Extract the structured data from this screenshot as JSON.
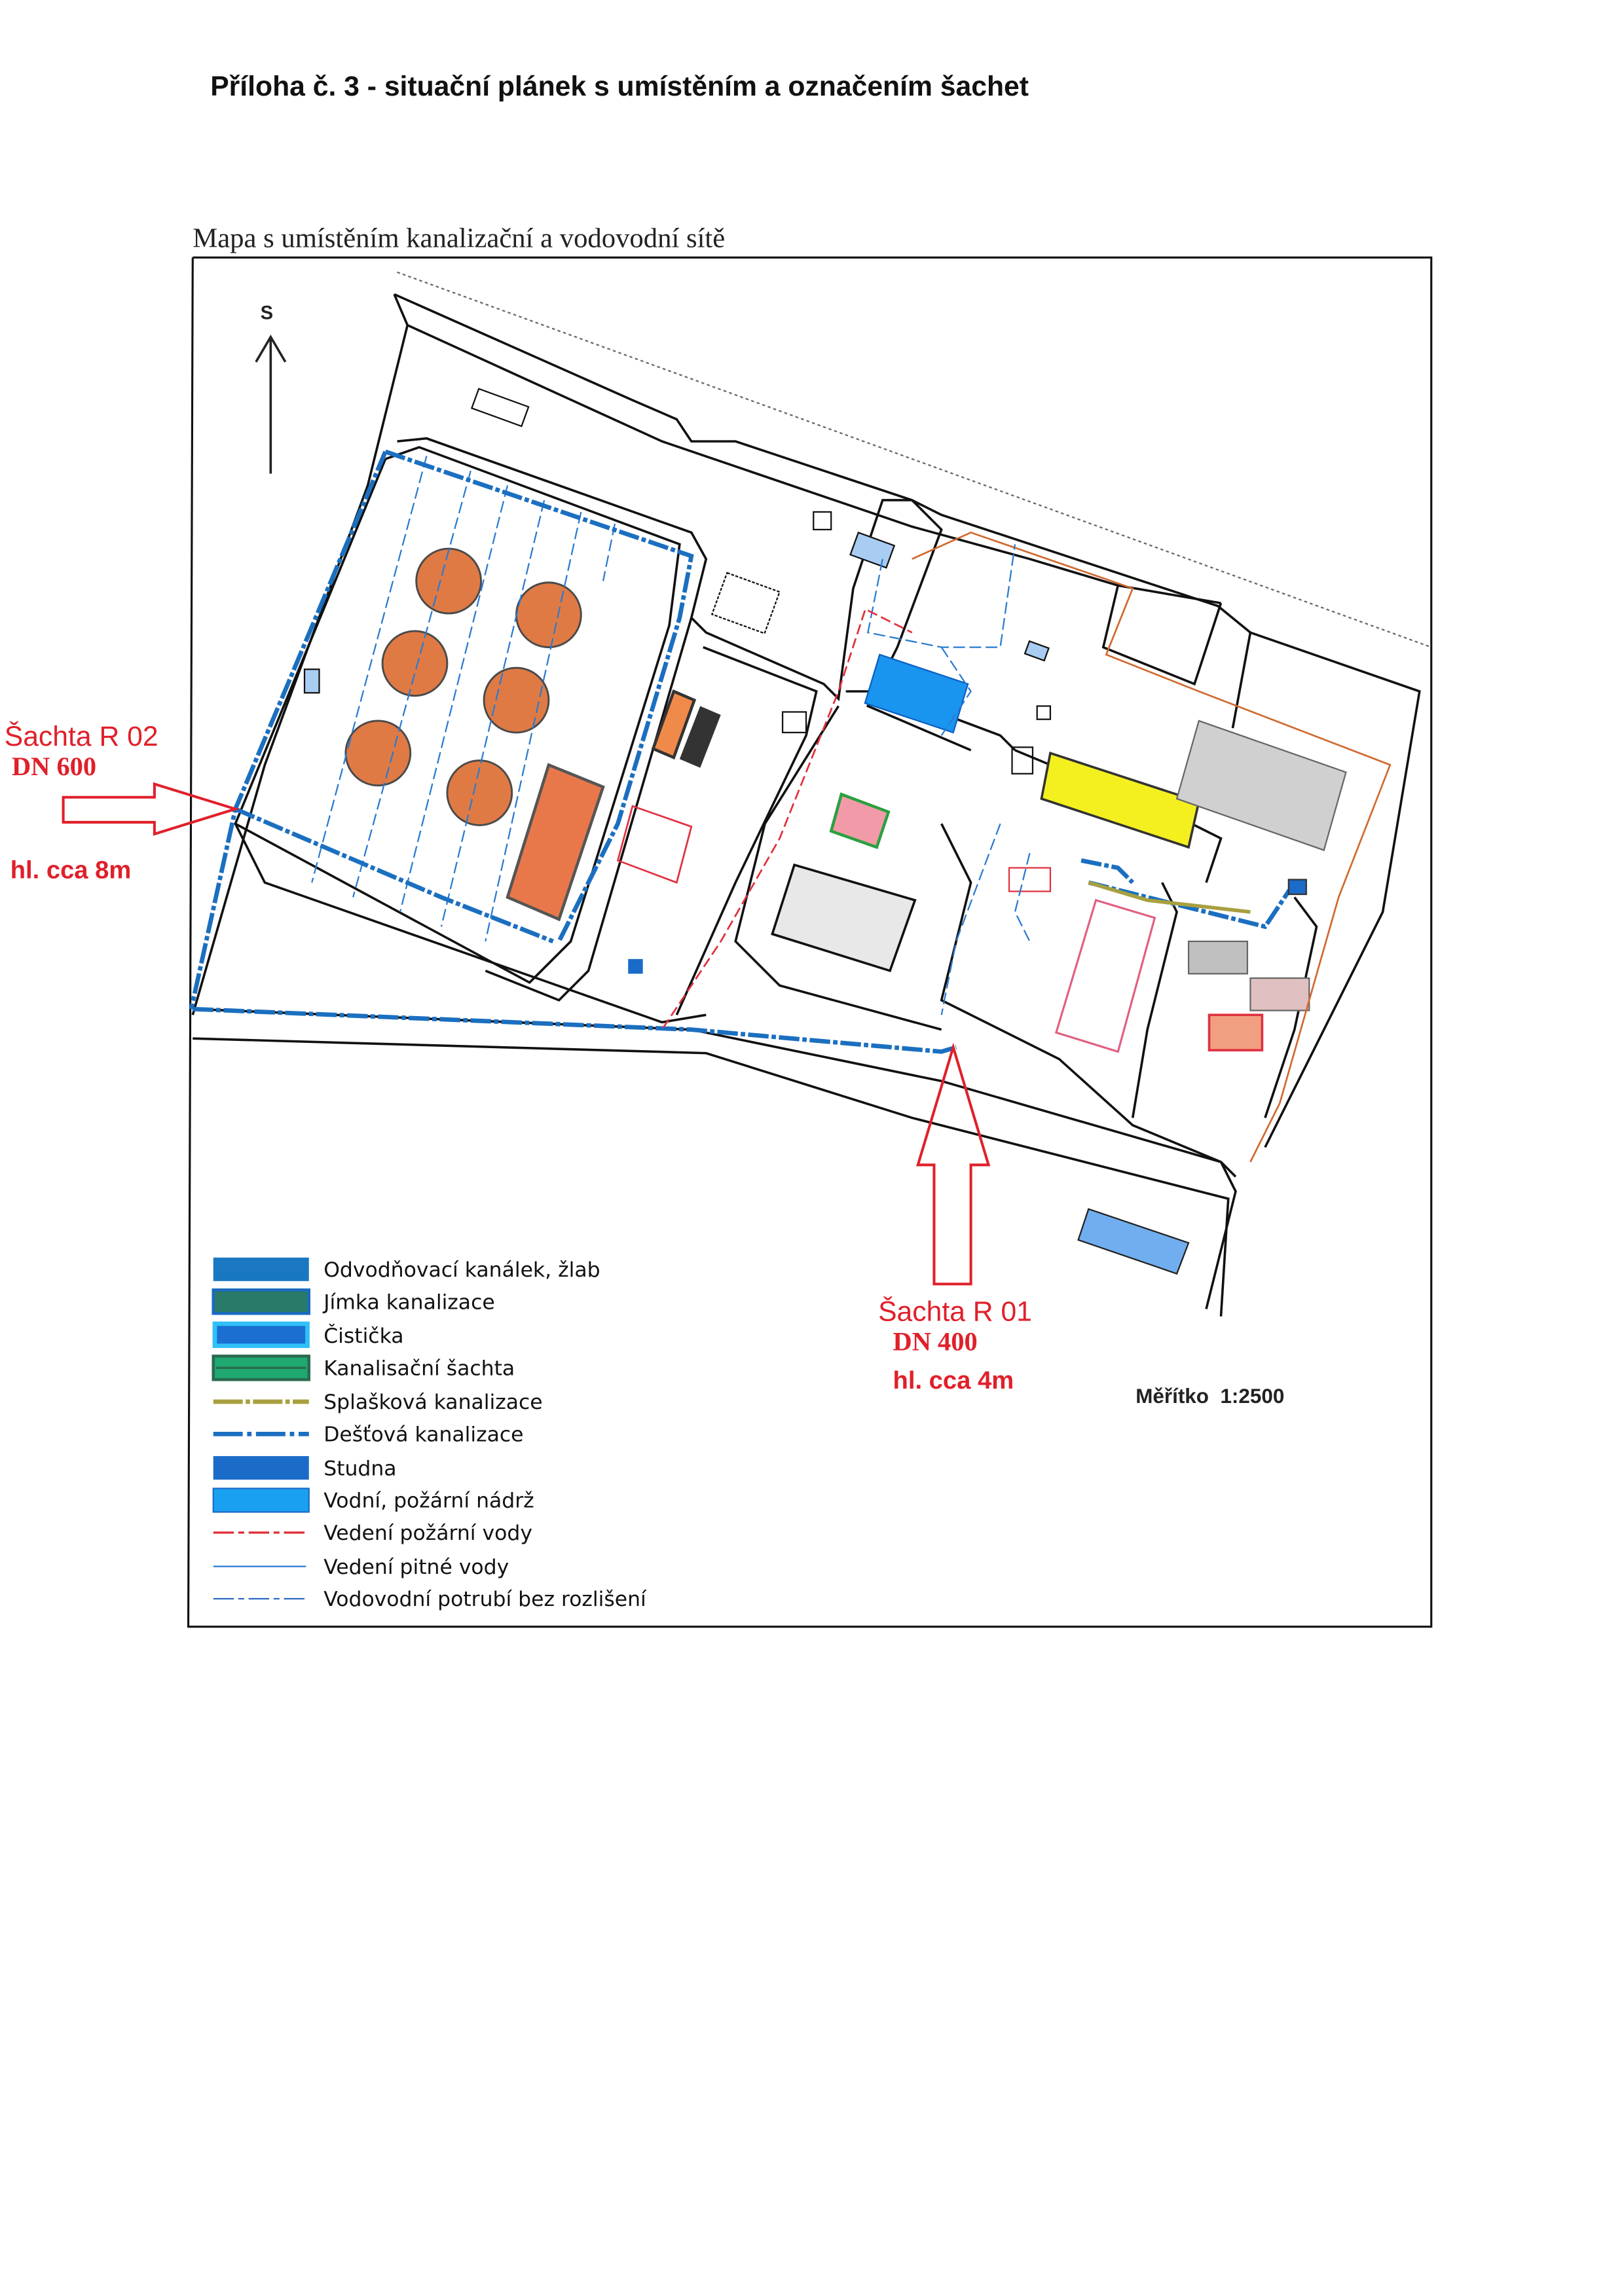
{
  "header": {
    "title": "Příloha č. 3 - situační plánek s umístěním a označením šachet"
  },
  "map": {
    "caption": "Mapa s umístěním kanalizační a vodovodní sítě",
    "north_label": "S",
    "scale_label": "Měřítko  1:2500"
  },
  "annotations": {
    "r02": {
      "name": "Šachta R 02",
      "dn": "DN 600",
      "depth": "hl. cca 8m"
    },
    "r01": {
      "name": "Šachta R 01",
      "dn": "DN 400",
      "depth": "hl. cca 4m"
    },
    "color": "#e0202a"
  },
  "legend": [
    {
      "label": "Odvodňovací kanálek, žlab",
      "color": "#1a78c2"
    },
    {
      "label": "Jímka kanalizace",
      "color": "#2a7a6a"
    },
    {
      "label": "Čistička",
      "color": "#1a6fd0"
    },
    {
      "label": "Kanalisační šachta",
      "color": "#1fa870"
    },
    {
      "label": "Splašková kanalizace",
      "color": "#a8a040"
    },
    {
      "label": "Dešťová kanalizace",
      "color": "#1b6fc0"
    },
    {
      "label": "Studna",
      "color": "#1a6cc8"
    },
    {
      "label": "Vodní, požární nádrž",
      "color": "#1aa0f0"
    },
    {
      "label": "Vedení požární vody",
      "color": "#e0303a"
    },
    {
      "label": "Vedení pitné vody",
      "color": "#2a7ad0"
    },
    {
      "label": "Vodovodní potrubí bez rozlišení",
      "color": "#2a6ac0"
    }
  ]
}
